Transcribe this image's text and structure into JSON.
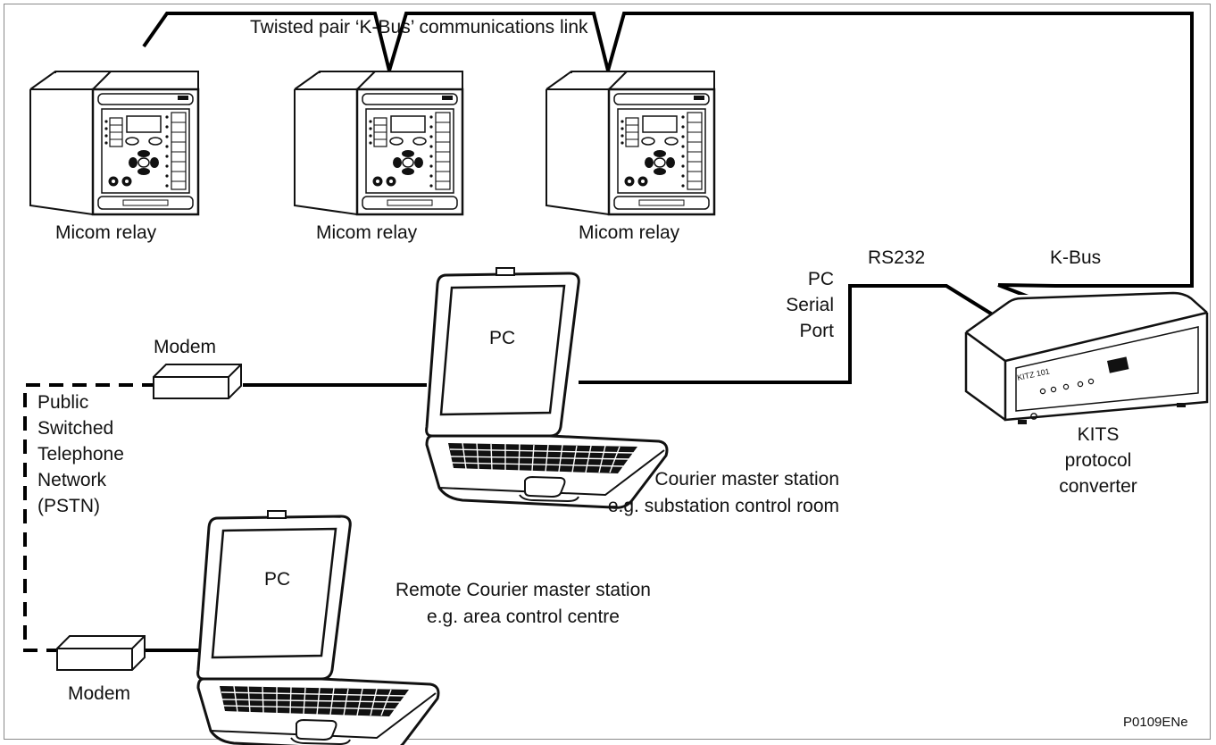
{
  "colors": {
    "line": "#000000",
    "stroke": "#111111",
    "background": "#ffffff",
    "screen": "#ffffff",
    "key": "#000000"
  },
  "labels": {
    "twisted_pair": "Twisted pair ‘K-Bus’ communications link",
    "relay1": "Micom relay",
    "relay2": "Micom relay",
    "relay3": "Micom relay",
    "rs232": "RS232",
    "kbus": "K-Bus",
    "pc_serial_port": [
      "PC",
      "Serial",
      "Port"
    ],
    "modem_top": "Modem",
    "modem_bottom": "Modem",
    "pc_top": "PC",
    "pc_bottom": "PC",
    "pstn": [
      "Public",
      "Switched",
      "Telephone",
      "Network",
      "(PSTN)"
    ],
    "courier_master": [
      "Courier master station",
      "e.g. substation control room"
    ],
    "remote_courier": [
      "Remote Courier master station",
      "e.g. area control centre"
    ],
    "kits": [
      "KITS",
      "protocol",
      "converter"
    ],
    "figure_id": "P0109ENe"
  },
  "kits_panel": {
    "model": "KITZ 101"
  },
  "icons": {
    "relay": "protection-relay-icon",
    "laptop": "laptop-icon",
    "modem": "modem-icon",
    "converter": "protocol-converter-icon"
  }
}
